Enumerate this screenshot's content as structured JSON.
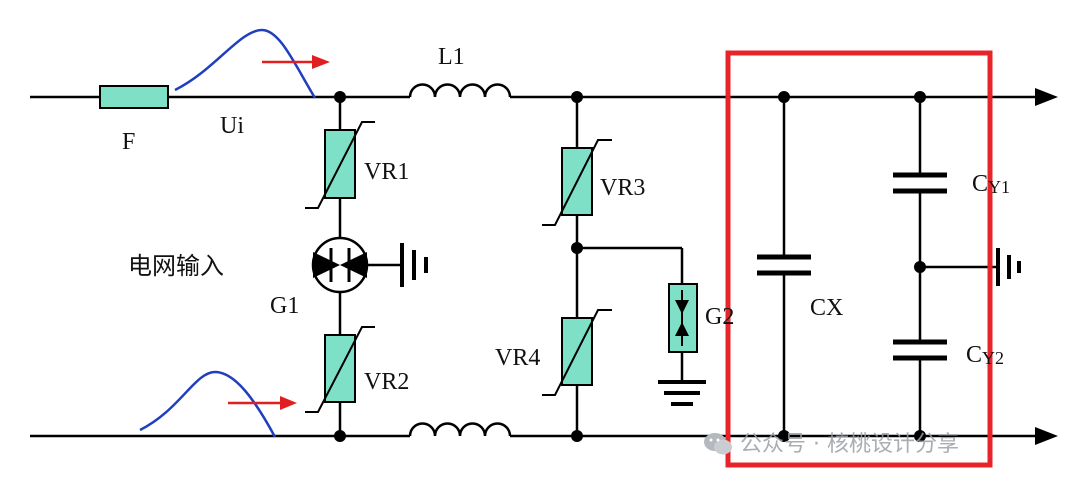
{
  "labels": {
    "fuse": "F",
    "input_voltage": "Ui",
    "inductor": "L1",
    "varistor_1": "VR1",
    "varistor_2": "VR2",
    "varistor_3": "VR3",
    "varistor_4": "VR4",
    "gas_tube_1": "G1",
    "gas_tube_2": "G2",
    "x_capacitor": "CX",
    "y_capacitor_1_prefix": "C",
    "y_capacitor_1_sub": "Y1",
    "y_capacitor_2_prefix": "C",
    "y_capacitor_2_sub": "Y2",
    "grid_input": "电网输入"
  },
  "watermark": {
    "text": "公众号 · 核桃设计分享"
  },
  "colors": {
    "wire": "#000000",
    "component_fill": "#7fe0c8",
    "surge_curve": "#1f3fbf",
    "arrow": "#e02020",
    "highlight_box": "#e8242a"
  }
}
